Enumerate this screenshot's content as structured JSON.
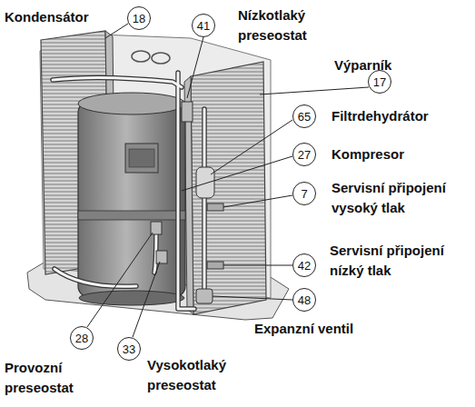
{
  "diagram": {
    "nodes": [
      {
        "text": [
          "18"
        ]
      },
      {
        "text": [
          "41"
        ]
      },
      {
        "text": [
          "17"
        ]
      },
      {
        "text": [
          "65"
        ]
      },
      {
        "text": [
          "27"
        ]
      },
      {
        "text": [
          "7"
        ]
      },
      {
        "text": [
          "42"
        ]
      },
      {
        "text": [
          "48"
        ]
      },
      {
        "text": [
          "28"
        ]
      },
      {
        "text": [
          "33"
        ]
      }
    ],
    "labels": [
      "Kondensátor",
      "Nízkotlaký preseostat",
      "Výparník",
      "Filtrdehydrátor",
      "Kompresor",
      "Servisní připojení vysoký tlak",
      "Servisní připojení nízký tlak",
      "Expanzní ventil",
      "Provozní preseostat",
      "Vysokotlaký preseostat"
    ]
  }
}
